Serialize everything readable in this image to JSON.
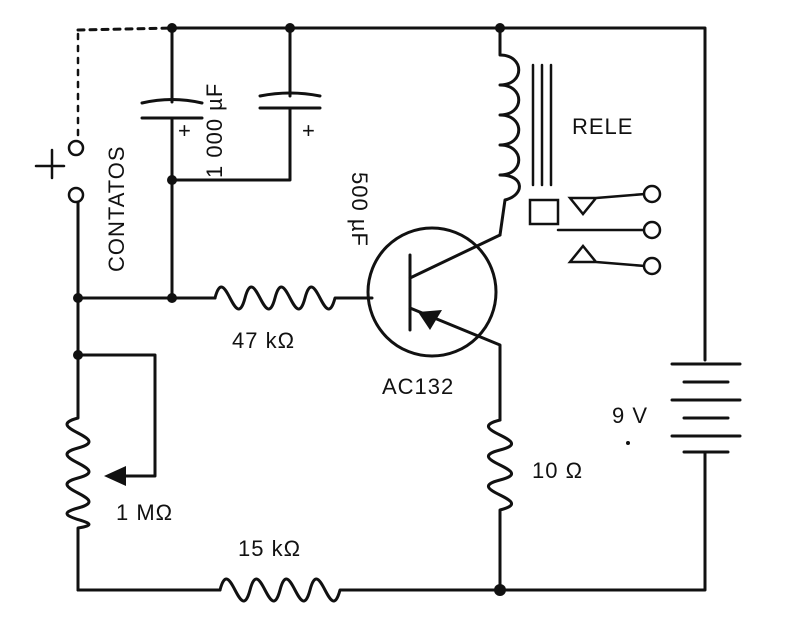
{
  "labels": {
    "contacts": "CONTATOS",
    "cap1": "1 000 µF",
    "cap2": "500 µF",
    "relay": "RELE",
    "r_base": "47 kΩ",
    "transistor": "AC132",
    "battery": "9 V",
    "r_emitter": "10 Ω",
    "pot": "1 MΩ",
    "r_bottom": "15 kΩ",
    "cap1_plus": "+",
    "cap2_plus": "+"
  }
}
